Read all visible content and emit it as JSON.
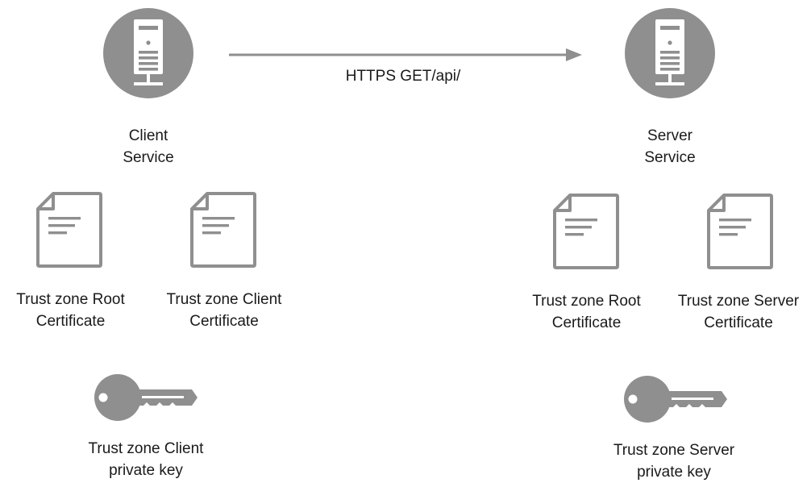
{
  "diagram": {
    "arrow": {
      "label": "HTTPS GET/api/"
    },
    "client": {
      "service": {
        "icon": "server-icon",
        "line1": "Client",
        "line2": "Service"
      },
      "root_certificate": {
        "icon": "document-icon",
        "line1": "Trust zone Root",
        "line2": "Certificate"
      },
      "client_certificate": {
        "icon": "document-icon",
        "line1": "Trust zone Client",
        "line2": "Certificate"
      },
      "private_key": {
        "icon": "key-icon",
        "line1": "Trust zone Client",
        "line2": "private key"
      }
    },
    "server": {
      "service": {
        "icon": "server-icon",
        "line1": "Server",
        "line2": "Service"
      },
      "root_certificate": {
        "icon": "document-icon",
        "line1": "Trust zone Root",
        "line2": "Certificate"
      },
      "server_certificate": {
        "icon": "document-icon",
        "line1": "Trust zone Server",
        "line2": "Certificate"
      },
      "private_key": {
        "icon": "key-icon",
        "line1": "Trust zone Server",
        "line2": "private key"
      }
    },
    "colors": {
      "icon_gray": "#8f8f8f",
      "icon_light": "#ffffff",
      "text": "#1a1a1a"
    }
  }
}
